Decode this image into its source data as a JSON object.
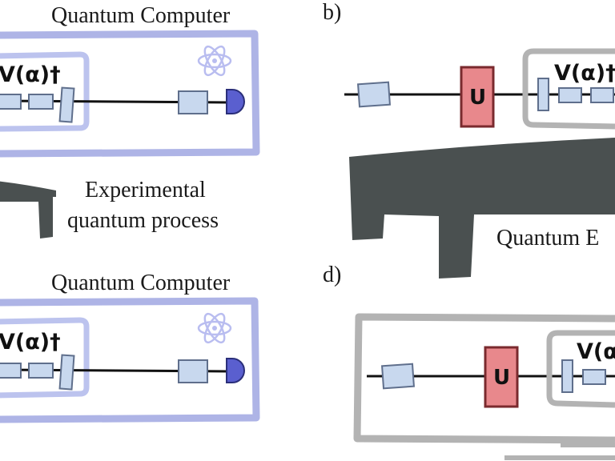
{
  "panels": {
    "a": {
      "title": "Quantum Computer",
      "operator": "V(α)†",
      "caption_line1": "Experimental",
      "caption_line2": "quantum process"
    },
    "b": {
      "letter": "b)",
      "unitary": "U",
      "operator": "V(α)†",
      "caption": "Quantum E"
    },
    "c": {
      "title": "Quantum Computer",
      "operator": "V(α)†"
    },
    "d": {
      "letter": "d)",
      "unitary": "U",
      "operator": "V(α"
    }
  },
  "colors": {
    "computer_frame": "#aeb4e6",
    "process_frame": "#bcc3ee",
    "gray_frame": "#b3b3b3",
    "table": "#4a5050",
    "gate": "#c8d8ee",
    "gate_stroke": "#5f6f8c",
    "unitary_fill": "#e8888c",
    "unitary_stroke": "#7a2a2e",
    "detector": "#5a5fcf",
    "atom": "#b9bdf0"
  },
  "icons": {
    "atom": "atom-icon",
    "detector": "detector-icon"
  }
}
